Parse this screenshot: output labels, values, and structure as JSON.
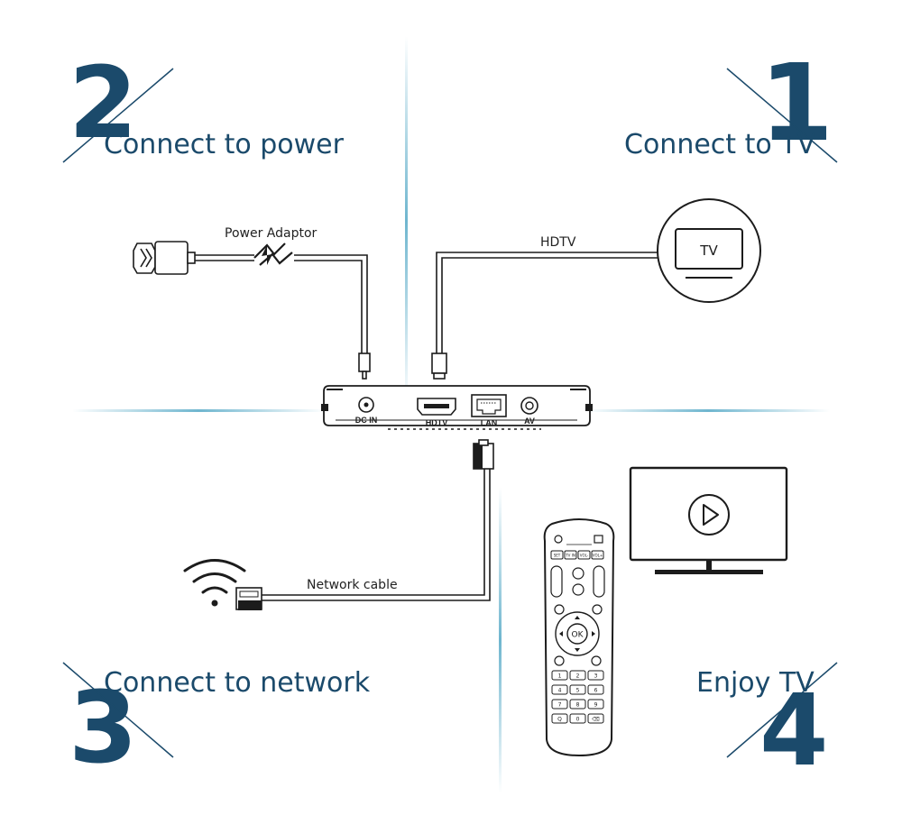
{
  "colors": {
    "navy": "#1b4a6b",
    "guide_line": "#6fb6cf",
    "stroke": "#1c1c1c"
  },
  "steps": [
    {
      "number": "2",
      "title": "Connect to power"
    },
    {
      "number": "1",
      "title": "Connect to TV"
    },
    {
      "number": "3",
      "title": "Connect to network"
    },
    {
      "number": "4",
      "title": "Enjoy TV"
    }
  ],
  "labels": {
    "power_adaptor": "Power Adaptor",
    "hdtv_cable": "HDTV",
    "network_cable": "Network cable",
    "tv_screen": "TV"
  },
  "device_ports": {
    "dc_in": "DC IN",
    "hdtv": "HDTV",
    "lan": "LAN",
    "av": "AV"
  },
  "icons": {
    "plug": "power-plug-icon",
    "lightning": "lightning-bolt-icon",
    "tv_circle": "tv-circle-icon",
    "wifi": "wifi-icon",
    "ethernet": "ethernet-plug-icon",
    "monitor_play": "monitor-play-icon",
    "remote": "remote-control-icon"
  },
  "remote_keys": {
    "row1": [
      "SET",
      "TV IN",
      "VOL-",
      "VOL+"
    ],
    "ok": "OK",
    "numbers": [
      "1",
      "2",
      "3",
      "4",
      "5",
      "6",
      "7",
      "8",
      "9",
      "Q",
      "0",
      "⌫"
    ]
  }
}
